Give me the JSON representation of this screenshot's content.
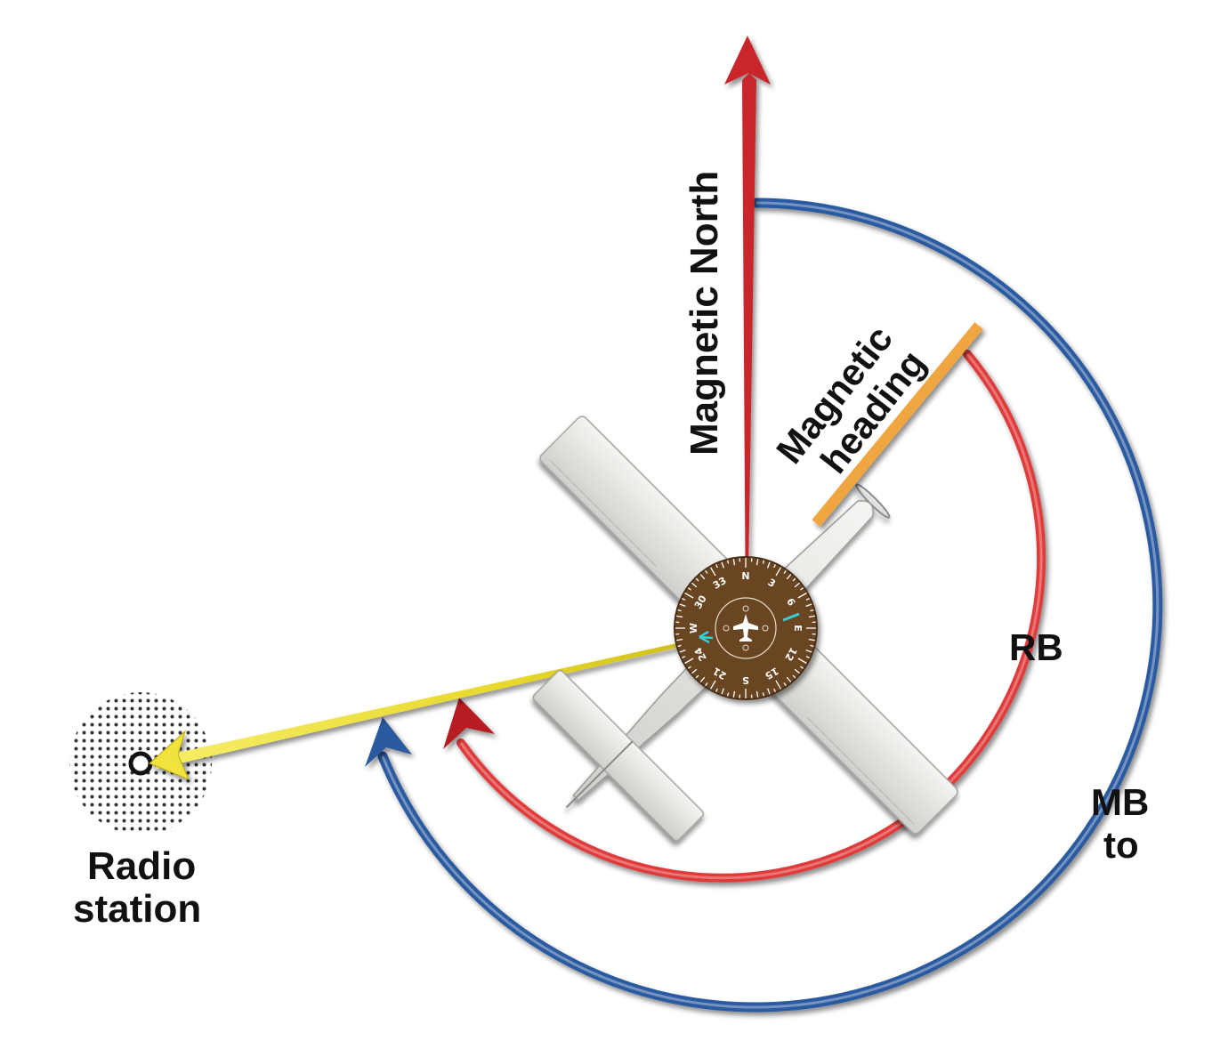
{
  "labels": {
    "magnetic_north": "Magnetic North",
    "magnetic_heading_line1": "Magnetic",
    "magnetic_heading_line2": "heading",
    "rb": "RB",
    "mb_line1": "MB",
    "mb_line2": "to",
    "radio_line1": "Radio",
    "radio_line2": "station"
  },
  "compass_card": {
    "marks": [
      "N",
      "3",
      "6",
      "E",
      "12",
      "15",
      "S",
      "21",
      "24",
      "W",
      "30",
      "33"
    ]
  },
  "colors": {
    "north_arrow": "#c8262c",
    "rb_arc": "#e03a3a",
    "mb_arc": "#2b5aa0",
    "heading_bar": "#f0a640",
    "bearing_line": "#f2e23c",
    "compass": "#6b4420"
  }
}
